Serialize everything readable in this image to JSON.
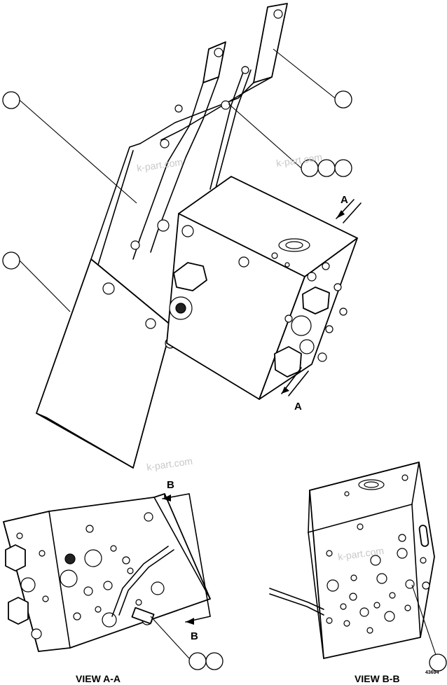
{
  "labels": {
    "view_a_arrow_upper": "A",
    "view_a_arrow_lower": "A",
    "view_b_arrow_upper": "B",
    "view_b_arrow_lower": "B",
    "view_a_title": "VIEW A-A",
    "view_b_title": "VIEW B-B",
    "figure_number": "43694"
  },
  "watermark": {
    "text": "k-part.com"
  },
  "colors": {
    "line": "#000000",
    "background": "#ffffff",
    "watermark": "#c8c8c8"
  }
}
